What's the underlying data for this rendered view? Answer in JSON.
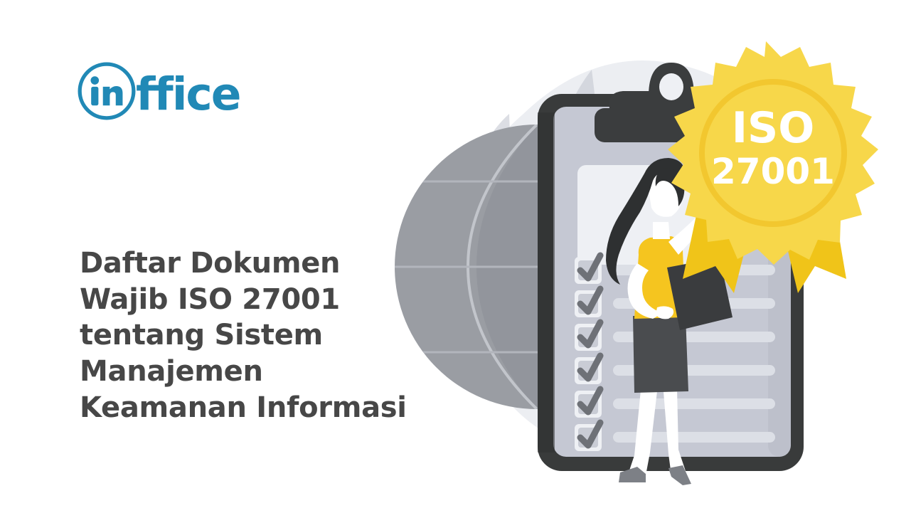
{
  "brand": {
    "logo_mark_icon": "in-circle-icon",
    "logo_mark_text": "in",
    "logo_word": "ffice",
    "brand_full": "inffice",
    "brand_color": "#2189b6"
  },
  "headline": {
    "text": "Daftar Dokumen\nWajib ISO 27001\ntentang Sistem\nManajemen\nKeamanan Informasi",
    "color": "#474747",
    "lines": [
      "Daftar Dokumen",
      "Wajib ISO 27001",
      "tentang Sistem",
      "Manajemen",
      "Keamanan Informasi"
    ]
  },
  "illustration": {
    "name": "iso-27001-checklist-illustration",
    "badge": {
      "icon": "rosette-badge-icon",
      "line1": "ISO",
      "line2": "27001",
      "fill": "#f7d74a",
      "inner_fill": "#f2c72f",
      "ribbon_fill": "#f0c419",
      "text_color": "#ffffff"
    },
    "clipboard": {
      "icon": "clipboard-icon",
      "frame_color": "#393b3b",
      "body_color": "#c5c8d3",
      "note_color": "#eef0f4",
      "line_color": "#dcdfe6",
      "checkbox_count": 6,
      "checkbox_icon": "checkbox-checked-icon",
      "check_color": "#6e7177",
      "clip_icon": "clipboard-clip-icon"
    },
    "globe": {
      "icon": "globe-icon",
      "fill": "#9a9da3",
      "shade_fill": "#8d9097",
      "grid_color": "#b6b9c0"
    },
    "backdrop": {
      "icon": "blob-backdrop-shape",
      "fill": "#eceef2",
      "leaf_icon": "leaf-shape",
      "leaf_fill": "#dcdee4"
    },
    "person": {
      "icon": "woman-pointing-icon",
      "hair_color": "#2e3031",
      "skin_color": "#ffffff",
      "top_color": "#f5c51f",
      "skirt_color": "#4a4c4f",
      "shoe_color": "#7d8086",
      "held_clipboard_color": "#3a3c3e"
    }
  }
}
